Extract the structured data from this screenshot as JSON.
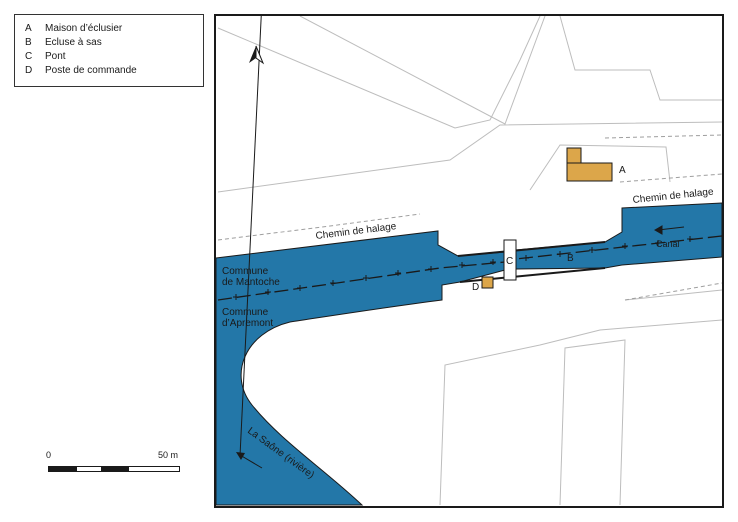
{
  "legend": {
    "items": [
      {
        "key": "A",
        "label": "Maison d’éclusier"
      },
      {
        "key": "B",
        "label": "Ecluse à sas"
      },
      {
        "key": "C",
        "label": "Pont"
      },
      {
        "key": "D",
        "label": "Poste de commande"
      }
    ]
  },
  "scale": {
    "zero": "0",
    "end": "50 m"
  },
  "map": {
    "north_arrow_icon": "north-arrow-icon",
    "water_color": "#2377a8",
    "building_color": "#dca64a",
    "labels": {
      "chemin_left": "Chemin de halage",
      "chemin_right": "Chemin de halage",
      "canal": "Canal",
      "commune_mantoche": [
        "Commune",
        "de Mantoche"
      ],
      "commune_apremont": [
        "Commune",
        "d’Apremont"
      ],
      "saone": "La Saône (rivière)",
      "marker_a": "A",
      "marker_b": "B",
      "marker_c": "C",
      "marker_d": "D"
    }
  }
}
